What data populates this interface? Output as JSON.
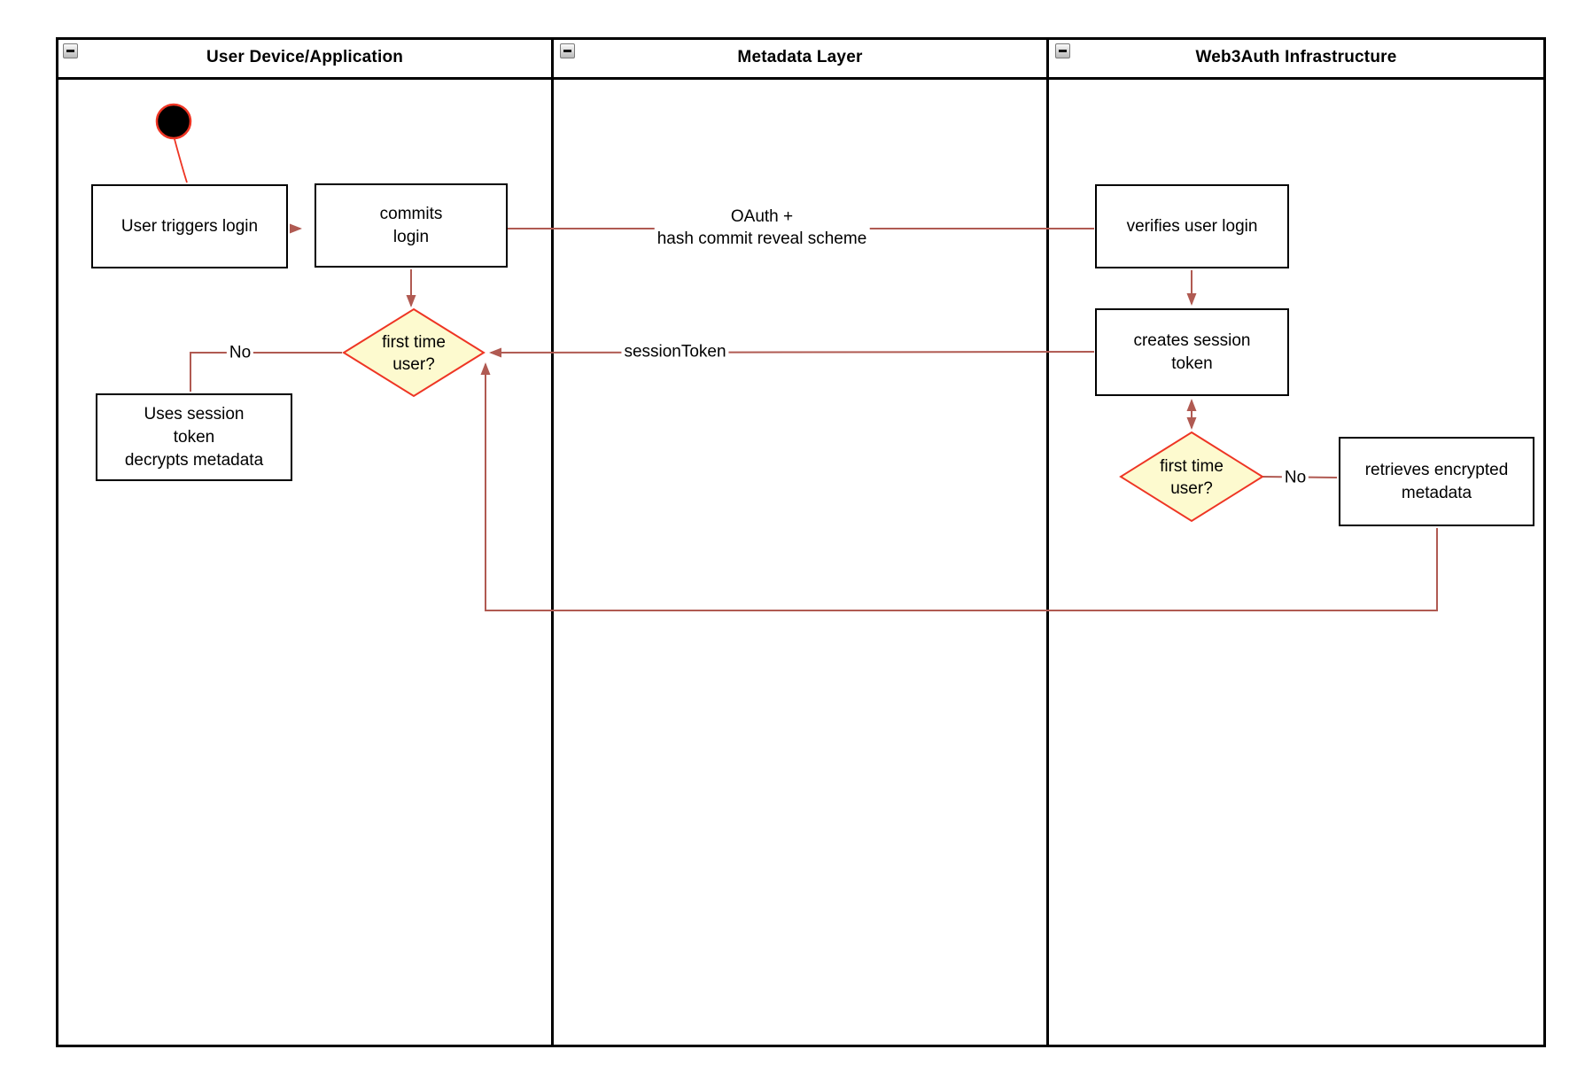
{
  "lanes": [
    {
      "title": "User Device/Application"
    },
    {
      "title": "Metadata Layer"
    },
    {
      "title": "Web3Auth Infrastructure"
    }
  ],
  "nodes": {
    "start": {
      "type": "initial-state"
    },
    "user_triggers_login": {
      "label": "User triggers login"
    },
    "commits_login": {
      "label": "commits\nlogin"
    },
    "verifies_user_login": {
      "label": "verifies user login"
    },
    "creates_session_token": {
      "label": "creates session\ntoken"
    },
    "first_time_user_device": {
      "label": "first time\nuser?"
    },
    "uses_session_token": {
      "label": "Uses session\ntoken\ndecrypts metadata"
    },
    "first_time_user_infra": {
      "label": "first time\nuser?"
    },
    "retrieves_encrypted_metadata": {
      "label": "retrieves encrypted\nmetadata"
    }
  },
  "edges": {
    "oauth": {
      "label": "OAuth +\nhash commit reveal scheme"
    },
    "session_token": {
      "label": "sessionToken"
    },
    "no_device": {
      "label": "No"
    },
    "no_infra": {
      "label": "No"
    }
  },
  "colors": {
    "connector": "#b05a52",
    "diamond_fill": "#fdfacf",
    "diamond_border": "#ee3524",
    "start_fill": "#000000",
    "start_accent": "#ee3524",
    "box_border": "#000000",
    "lane_border": "#000000"
  }
}
